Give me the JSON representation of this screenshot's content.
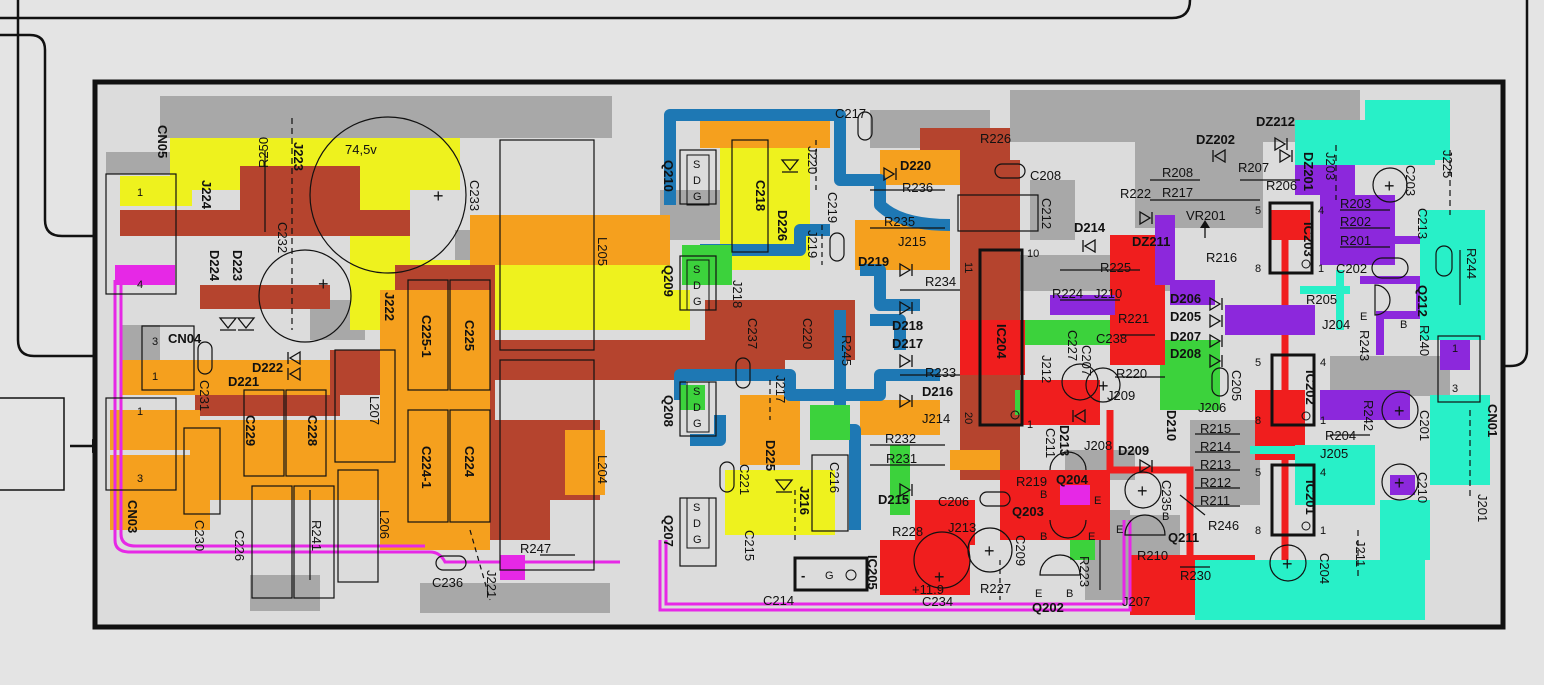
{
  "colors": {
    "background": "#e4e4e4",
    "board": "#dcdcdc",
    "outline": "#111111",
    "gray": "#a8a8a8",
    "brown": "#b5442e",
    "orange": "#f5a01e",
    "yellow": "#eef21e",
    "blue": "#1e78b4",
    "green": "#3cd23c",
    "red": "#f01e1e",
    "purple": "#8c28dc",
    "magenta": "#e628e6",
    "cyan": "#28f0c8"
  },
  "icons": [
    "input-arrow-icon",
    "capacitor-plus-icon",
    "diode-symbol-icon",
    "trimmer-arrow-icon"
  ],
  "connectors": {
    "cn05": "CN05",
    "cn04": "CN04",
    "cn03": "CN03",
    "cn01": "CN01",
    "pin1": "1",
    "pin3": "3",
    "pin4": "4"
  },
  "transistor_pins": {
    "s": "S",
    "d": "D",
    "g": "G",
    "b": "B",
    "e": "E"
  },
  "ic_labels": {
    "ic204": "IC204",
    "ic203": "IC203",
    "ic202": "IC202",
    "ic201": "IC201",
    "ic205": "IC205",
    "pin_1": "1",
    "pin_4": "4",
    "pin_5": "5",
    "pin_8": "8",
    "pin_10": "10",
    "pin_11": "11",
    "pin_20": "20",
    "ic205_pin_minus": "-",
    "ic205_pin_g": "G"
  },
  "voltage_labels": {
    "c233_voltage": "74,5v",
    "c234_voltage": "+11.9"
  },
  "components": {
    "c233": "C233",
    "c232": "C232",
    "j223": "J223",
    "r250": "R250",
    "j224": "J224",
    "d223": "D223",
    "d224": "D224",
    "d222": "D222",
    "d221": "D221",
    "j222": "J222",
    "c231": "C231",
    "c225_1": "C225-1",
    "c225": "C225",
    "l207": "L207",
    "c229": "C229",
    "c228": "C228",
    "c224_1": "C224-1",
    "c224": "C224",
    "c230": "C230",
    "c226": "C226",
    "r241": "R241",
    "l206": "L206",
    "c236": "C236",
    "r247": "R247",
    "j221": "J221",
    "l205": "L205",
    "l204": "L204",
    "q210": "Q210",
    "q209": "Q209",
    "q208": "Q208",
    "q207": "Q207",
    "c218": "C218",
    "d226": "D226",
    "j218": "J218",
    "c237": "C237",
    "j217": "J217",
    "d225": "D225",
    "c221": "C221",
    "j216": "J216",
    "c215": "C215",
    "c214": "C214",
    "c217": "C217",
    "j220": "J220",
    "c219": "C219",
    "j219": "J219",
    "c220": "C220",
    "r245": "R245",
    "c216": "C216",
    "d220": "D220",
    "r236": "R236",
    "r235": "R235",
    "j215": "J215",
    "d219": "D219",
    "r234": "R234",
    "d218": "D218",
    "d217": "D217",
    "r233": "R233",
    "d216": "D216",
    "j214": "J214",
    "r232": "R232",
    "r231": "R231",
    "d215": "D215",
    "r228": "R228",
    "j213": "J213",
    "c234": "C234",
    "c209": "C209",
    "r227": "R227",
    "c206": "C206",
    "r219": "R219",
    "q203": "Q203",
    "q204": "Q204",
    "r223": "R223",
    "q202": "Q202",
    "j207": "J207",
    "r226": "R226",
    "c208": "C208",
    "c212": "C212",
    "d214": "D214",
    "dz211": "DZ211",
    "r225": "R225",
    "r224": "R224",
    "j210": "J210",
    "r221": "R221",
    "c238": "C238",
    "c227": "C227",
    "c207": "C207",
    "r220": "R220",
    "j212": "J212",
    "j209": "J209",
    "c211": "C211",
    "d213": "D213",
    "j208": "J208",
    "d210": "D210",
    "d209": "D209",
    "c235": "C235",
    "q211": "Q211",
    "r246": "R246",
    "r210": "R210",
    "r230": "R230",
    "r222": "R222",
    "r217": "R217",
    "r208": "R208",
    "dz202": "DZ202",
    "r207": "R207",
    "dz212": "DZ212",
    "j203": "J203",
    "dz201": "DZ201",
    "r206": "R206",
    "vr201": "VR201",
    "r216": "R216",
    "r203": "R203",
    "r202": "R202",
    "r201": "R201",
    "c202": "C202",
    "r205": "R205",
    "c203": "C203",
    "j225": "J225",
    "c213": "C213",
    "r244": "R244",
    "q212": "Q212",
    "j204": "J204",
    "r243": "R243",
    "r240": "R240",
    "d206": "D206",
    "d205": "D205",
    "d207": "D207",
    "d208": "D208",
    "c205": "C205",
    "j206": "J206",
    "r215": "R215",
    "r214": "R214",
    "r213": "R213",
    "r212": "R212",
    "r211": "R211",
    "r242": "R242",
    "r204": "R204",
    "c201": "C201",
    "j205": "J205",
    "c210": "C210",
    "j201": "J201",
    "c204": "C204",
    "j211": "J211"
  }
}
